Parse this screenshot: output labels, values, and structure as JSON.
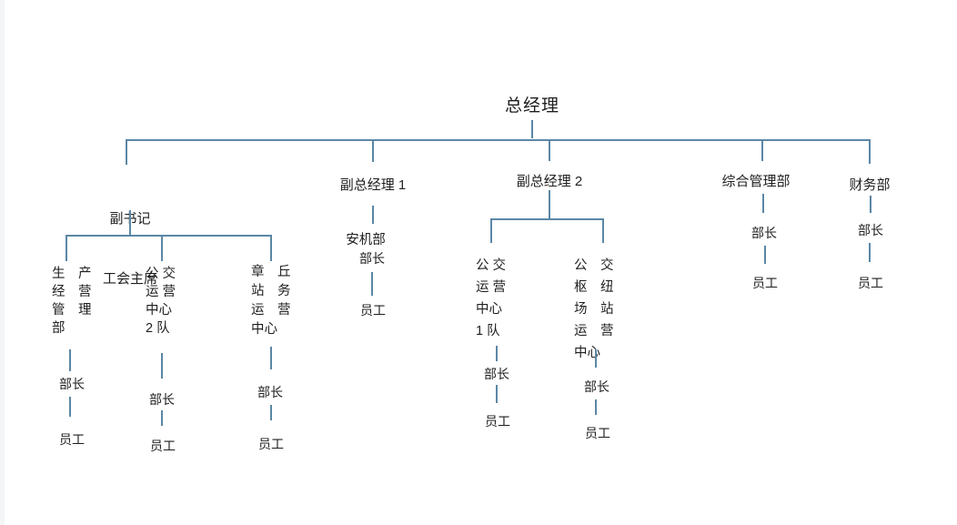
{
  "org": {
    "root": "总经理",
    "deputy_secretary": {
      "line1": "副书记",
      "line2": "工会主席"
    },
    "deputy_gm1": "副总经理 1",
    "deputy_gm2": "副总经理 2",
    "admin_dept": "综合管理部",
    "finance_dept": "财务部",
    "production": {
      "lines": [
        "生　产",
        "经　营",
        "管　理",
        "部"
      ],
      "manager": "部长",
      "staff": "员工"
    },
    "bus_center_2": {
      "lines": [
        "公 交",
        "运 营",
        "中心",
        "2 队"
      ],
      "manager": "部长",
      "staff": "员工"
    },
    "zhangqiu": {
      "lines": [
        "章　丘",
        "站　务",
        "运　营",
        "中心"
      ],
      "manager": "部长",
      "staff": "员工"
    },
    "anji": {
      "dept": "安机部",
      "manager": "部长",
      "staff": "员工"
    },
    "bus_center_1": {
      "lines": [
        "公 交",
        "运 营",
        "中心",
        "1 队"
      ],
      "manager": "部长",
      "staff": "员工"
    },
    "hub_center": {
      "lines": [
        "公　交",
        "枢　纽",
        "场　站",
        "运　营",
        "中心"
      ],
      "manager": "部长",
      "staff": "员工"
    },
    "admin": {
      "manager": "部长",
      "staff": "员工"
    },
    "finance": {
      "manager": "部长",
      "staff": "员工"
    }
  },
  "colors": {
    "connector": "#5b87a5",
    "text": "#1f1f1f",
    "background": "#ffffff"
  }
}
